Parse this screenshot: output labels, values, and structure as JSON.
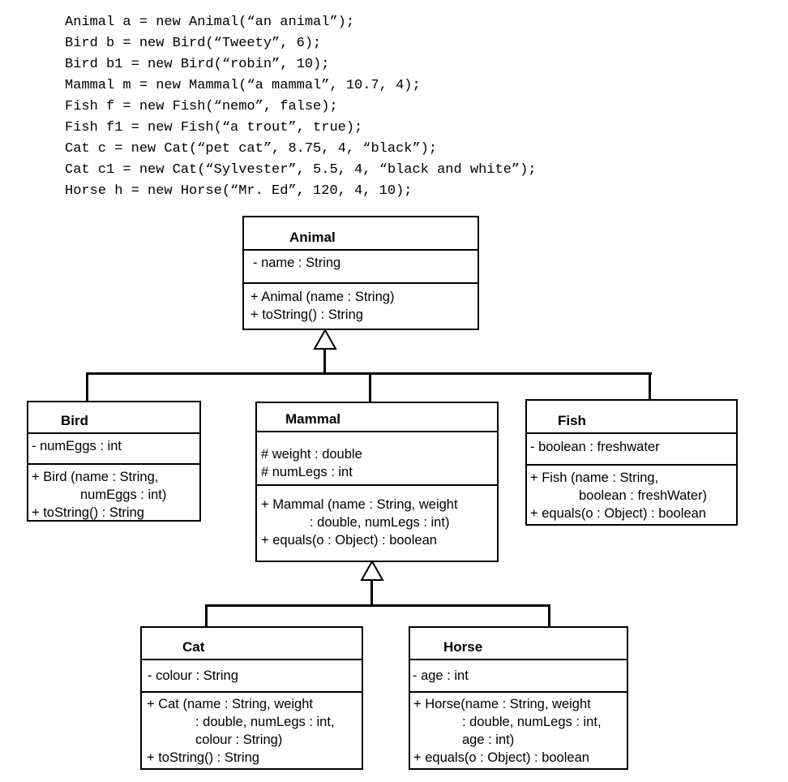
{
  "code": {
    "lines": [
      "Animal a = new Animal(“an animal”);",
      "Bird b = new Bird(“Tweety”, 6);",
      "Bird b1 = new Bird(“robin”, 10);",
      "Mammal m = new Mammal(“a mammal”, 10.7, 4);",
      "Fish f = new Fish(“nemo”, false);",
      "Fish f1 = new Fish(“a trout”, true);",
      "Cat c = new Cat(“pet cat”, 8.75, 4, “black”);",
      "Cat c1 = new Cat(“Sylvester”, 5.5, 4, “black and white”);",
      "Horse h = new Horse(“Mr. Ed”, 120, 4, 10);"
    ]
  },
  "diagram": {
    "classes": [
      {
        "name": "Animal",
        "attributes": [
          "- name : String"
        ],
        "methods": [
          "+ Animal (name : String)",
          "+ toString() : String"
        ]
      },
      {
        "name": "Bird",
        "attributes": [
          "- numEggs : int"
        ],
        "methods": [
          "+ Bird (name : String,",
          "numEggs : int)",
          "+ toString() : String"
        ]
      },
      {
        "name": "Mammal",
        "attributes": [
          "# weight : double",
          "# numLegs : int"
        ],
        "methods": [
          "+ Mammal (name : String, weight",
          ": double, numLegs : int)",
          "+ equals(o : Object) : boolean"
        ]
      },
      {
        "name": "Fish",
        "attributes": [
          "- boolean : freshwater"
        ],
        "methods": [
          "+ Fish (name : String,",
          "boolean : freshWater)",
          "+ equals(o : Object) : boolean"
        ]
      },
      {
        "name": "Cat",
        "attributes": [
          "- colour : String"
        ],
        "methods": [
          "+ Cat (name : String, weight",
          ": double, numLegs : int,",
          "colour : String)",
          "+ toString() : String"
        ]
      },
      {
        "name": "Horse",
        "attributes": [
          "- age : int"
        ],
        "methods": [
          "+ Horse(name : String, weight",
          ": double, numLegs : int,",
          "age : int)",
          "+ equals(o : Object) : boolean"
        ]
      }
    ],
    "relations": [
      {
        "type": "inheritance",
        "parent": "Animal",
        "children": [
          "Bird",
          "Mammal",
          "Fish"
        ]
      },
      {
        "type": "inheritance",
        "parent": "Mammal",
        "children": [
          "Cat",
          "Horse"
        ]
      }
    ]
  },
  "colors": {
    "line": "#000000",
    "background": "#ffffff",
    "text": "#000000"
  }
}
